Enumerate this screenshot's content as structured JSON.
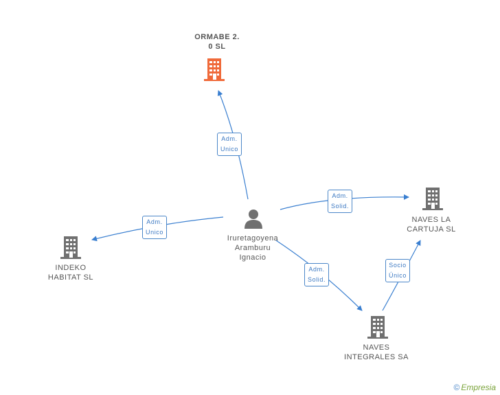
{
  "colors": {
    "edge": "#3a7fd0",
    "building_main": "#f06a3a",
    "building": "#707070",
    "person": "#707070"
  },
  "nodes": {
    "person": {
      "label": [
        "Iruretagoyena",
        "Aramburu",
        "Ignacio"
      ],
      "icon": "person-icon"
    },
    "ormabe": {
      "label": [
        "ORMABE 2.",
        "0  SL"
      ],
      "icon": "building-icon"
    },
    "indeko": {
      "label": [
        "INDEKO",
        "HABITAT  SL"
      ],
      "icon": "building-icon"
    },
    "naves_cartuja": {
      "label": [
        "NAVES LA",
        "CARTUJA SL"
      ],
      "icon": "building-icon"
    },
    "naves_integrales": {
      "label": [
        "NAVES",
        "INTEGRALES SA"
      ],
      "icon": "building-icon"
    }
  },
  "edges": {
    "to_ormabe": [
      "Adm.",
      "Unico"
    ],
    "to_indeko": [
      "Adm.",
      "Unico"
    ],
    "to_cartuja": [
      "Adm.",
      "Solid."
    ],
    "to_integrales": [
      "Adm.",
      "Solid."
    ],
    "integrales_to_cartuja": [
      "Socio",
      "Único"
    ]
  },
  "brand": {
    "copyright": "©",
    "name": "Empresia"
  }
}
